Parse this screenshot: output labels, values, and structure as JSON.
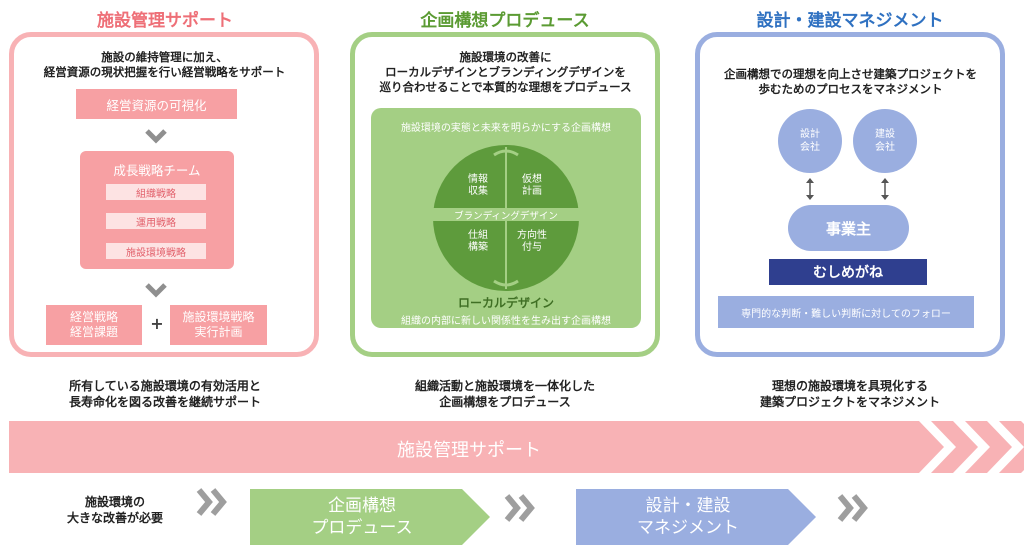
{
  "colors": {
    "pink": "#f7a0a3",
    "pink_border": "#f8b2b5",
    "pink_title": "#ee6f77",
    "green": "#a4cf84",
    "green_dark": "#5e9b3c",
    "green_title": "#5b9b33",
    "blue": "#9aaee0",
    "blue_title": "#2f71c1",
    "navy": "#2f3f8f",
    "gray_arrow": "#9e9e9e"
  },
  "col1": {
    "title": "施設管理サポート",
    "desc_line1": "施設の維持管理に加え、",
    "desc_line2": "経営資源の現状把握を行い経営戦略をサポート",
    "box_top": "経営資源の可視化",
    "group_title": "成長戦略チーム",
    "items": [
      "組織戦略",
      "運用戦略",
      "施設環境戦略"
    ],
    "bottom_left_line1": "経営戦略",
    "bottom_left_line2": "経営課題",
    "plus": "+",
    "bottom_right_line1": "施設環境戦略",
    "bottom_right_line2": "実行計画",
    "caption_line1": "所有している施設環境の有効活用と",
    "caption_line2": "長寿命化を図る改善を継続サポート"
  },
  "col2": {
    "title": "企画構想プロデュース",
    "desc_line1": "施設環境の改善に",
    "desc_line2": "ローカルデザインとブランディングデザインを",
    "desc_line3": "巡り合わせることで本質的な理想をプロデュース",
    "inner_top": "施設環境の実態と未来を明らかにする企画構想",
    "quad_tl_1": "情報",
    "quad_tl_2": "収集",
    "quad_tr_1": "仮想",
    "quad_tr_2": "計画",
    "quad_bl_1": "仕組",
    "quad_bl_2": "構築",
    "quad_br_1": "方向性",
    "quad_br_2": "付与",
    "band": "ブランディングデザイン",
    "local_title": "ローカルデザイン",
    "inner_bottom": "組織の内部に新しい関係性を生み出す企画構想",
    "caption_line1": "組織活動と施設環境を一体化した",
    "caption_line2": "企画構想をプロデュース"
  },
  "col3": {
    "title": "設計・建設マネジメント",
    "desc_line1": "企画構想での理想を向上させ建築プロジェクトを",
    "desc_line2": "歩むためのプロセスをマネジメント",
    "circle1_line1": "設計",
    "circle1_line2": "会社",
    "circle2_line1": "建設",
    "circle2_line2": "会社",
    "owner": "事業主",
    "brand": "むしめがね",
    "follow": "専門的な判断・難しい判断に対してのフォロー",
    "caption_line1": "理想の施設環境を具現化する",
    "caption_line2": "建築プロジェクトをマネジメント"
  },
  "band": {
    "label": "施設管理サポート"
  },
  "flow": {
    "start_line1": "施設環境の",
    "start_line2": "大きな改善が必要",
    "step1_line1": "企画構想",
    "step1_line2": "プロデュース",
    "step2_line1": "設計・建設",
    "step2_line2": "マネジメント"
  }
}
